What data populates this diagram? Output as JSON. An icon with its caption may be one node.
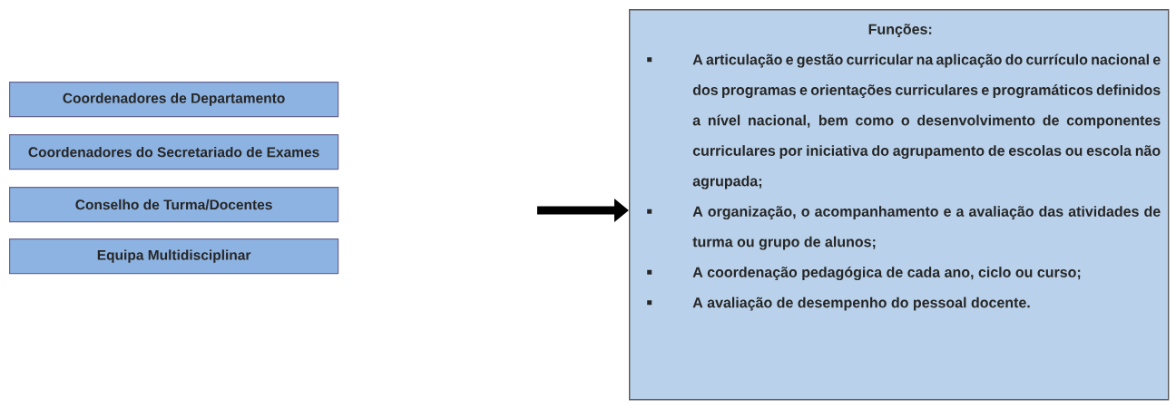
{
  "diagram": {
    "nodes": [
      {
        "text": [
          "Coordenadores de Departamento"
        ]
      },
      {
        "text": [
          "Coordenadores do Secretariado de Exames"
        ]
      },
      {
        "text": [
          "Conselho de Turma/Docentes"
        ]
      },
      {
        "text": [
          "Equipa Multidisciplinar"
        ]
      },
      {
        "text": [
          "Funções:",
          "A articulação e gestão curricular na aplicação do currículo nacional e dos programas e orientações curriculares e programáticos definidos a nível nacional, bem como o desenvolvimento de componentes curriculares por iniciativa do agrupamento de escolas ou escola não agrupada;",
          "A organização, o acompanhamento e a avaliação das atividades de turma ou grupo de alunos;",
          "A coordenação pedagógica de cada ano, ciclo ou curso;",
          "A avaliação de desempenho do pessoal docente."
        ]
      }
    ],
    "edges": [
      {
        "from": null,
        "to": 4,
        "arrow": "to"
      }
    ]
  }
}
